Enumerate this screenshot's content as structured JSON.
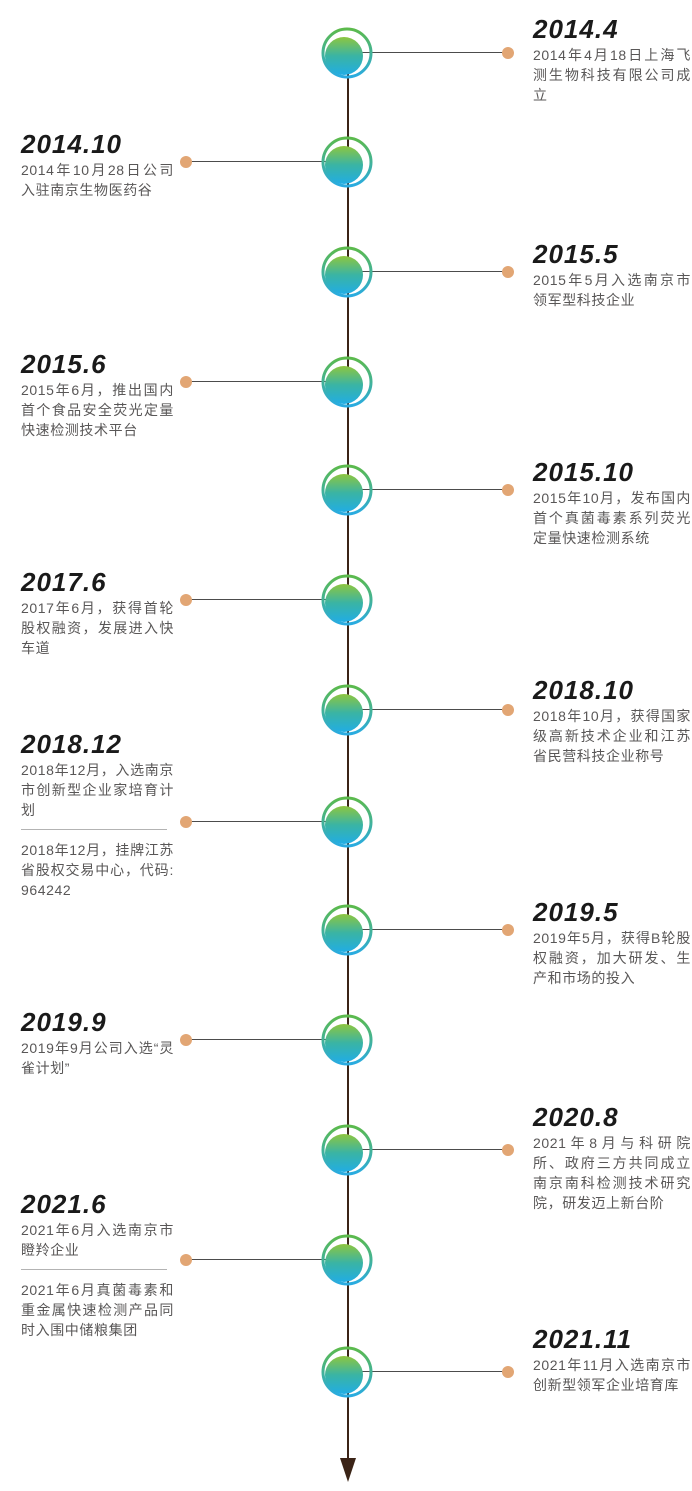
{
  "page": {
    "background": "#ffffff"
  },
  "timeline": {
    "axis": {
      "line_color": "#3b2417",
      "arrow_direction": "down"
    },
    "colors": {
      "ring_gradient_top": "#5cba4c",
      "ring_gradient_bottom": "#29abe2",
      "node_gradient_top": "#8dc63f",
      "node_gradient_bottom": "#21ade4",
      "connector_dot": "#e2a674",
      "heading_text": "#1a1a1a",
      "body_text": "#595757"
    },
    "entries": [
      {
        "year": "2014.4",
        "side": "right",
        "paragraphs": [
          "2014年4月18日上海飞测生物科技有限公司成立"
        ]
      },
      {
        "year": "2014.10",
        "side": "left",
        "paragraphs": [
          "2014年10月28日公司入驻南京生物医药谷"
        ]
      },
      {
        "year": "2015.5",
        "side": "right",
        "paragraphs": [
          "2015年5月入选南京市领军型科技企业"
        ]
      },
      {
        "year": "2015.6",
        "side": "left",
        "paragraphs": [
          "2015年6月，推出国内首个食品安全荧光定量快速检测技术平台"
        ]
      },
      {
        "year": "2015.10",
        "side": "right",
        "paragraphs": [
          "2015年10月，发布国内首个真菌毒素系列荧光定量快速检测系统"
        ]
      },
      {
        "year": "2017.6",
        "side": "left",
        "paragraphs": [
          "2017年6月，获得首轮股权融资，发展进入快车道"
        ]
      },
      {
        "year": "2018.10",
        "side": "right",
        "paragraphs": [
          "2018年10月，获得国家级高新技术企业和江苏省民营科技企业称号"
        ]
      },
      {
        "year": "2018.12",
        "side": "left",
        "paragraphs": [
          "2018年12月，入选南京市创新型企业家培育计划",
          "2018年12月，挂牌江苏省股权交易中心，代码: 964242"
        ]
      },
      {
        "year": "2019.5",
        "side": "right",
        "paragraphs": [
          "2019年5月，获得B轮股权融资，加大研发、生产和市场的投入"
        ]
      },
      {
        "year": "2019.9",
        "side": "left",
        "paragraphs": [
          "2019年9月公司入选“灵雀计划”"
        ]
      },
      {
        "year": "2020.8",
        "side": "right",
        "paragraphs": [
          "2021年8月与科研院所、政府三方共同成立南京南科检测技术研究院，研发迈上新台阶"
        ]
      },
      {
        "year": "2021.6",
        "side": "left",
        "paragraphs": [
          "2021年6月入选南京市瞪羚企业",
          "2021年6月真菌毒素和重金属快速检测产品同时入围中储粮集团"
        ]
      },
      {
        "year": "2021.11",
        "side": "right",
        "paragraphs": [
          "2021年11月入选南京市创新型领军企业培育库"
        ]
      }
    ]
  }
}
